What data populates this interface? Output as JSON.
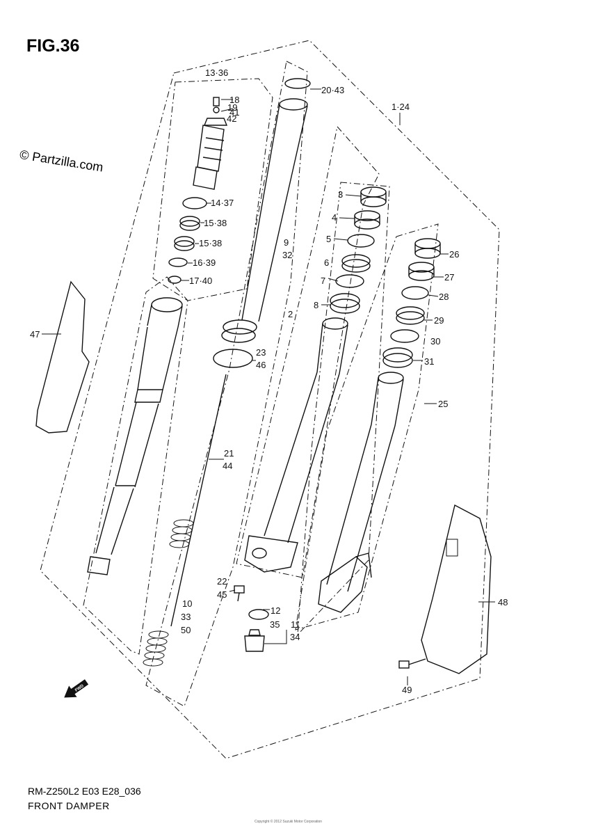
{
  "figure": {
    "title": "FIG.36",
    "watermark": "© Partzilla.com",
    "model_code": "RM-Z250L2 E03 E28_036",
    "section_name": "FRONT DAMPER",
    "footer_note": "Copyright © 2012 Suzuki Motor Corporation"
  },
  "callouts": [
    {
      "key": "c13",
      "text": "13·36"
    },
    {
      "key": "c18",
      "text": "18"
    },
    {
      "key": "c19",
      "text": "19"
    },
    {
      "key": "c41",
      "text": "41"
    },
    {
      "key": "c42",
      "text": "42"
    },
    {
      "key": "c14",
      "text": "14·37"
    },
    {
      "key": "c15a",
      "text": "15·38"
    },
    {
      "key": "c15b",
      "text": "15·38"
    },
    {
      "key": "c16",
      "text": "16·39"
    },
    {
      "key": "c17",
      "text": "17·40"
    },
    {
      "key": "c47",
      "text": "47"
    },
    {
      "key": "c20",
      "text": "20·43"
    },
    {
      "key": "c1",
      "text": "1·24"
    },
    {
      "key": "c9",
      "text": "9"
    },
    {
      "key": "c32",
      "text": "32"
    },
    {
      "key": "c2",
      "text": "2"
    },
    {
      "key": "c23",
      "text": "23"
    },
    {
      "key": "c46",
      "text": "46"
    },
    {
      "key": "c21",
      "text": "21"
    },
    {
      "key": "c44",
      "text": "44"
    },
    {
      "key": "c3",
      "text": "3"
    },
    {
      "key": "c4",
      "text": "4"
    },
    {
      "key": "c5",
      "text": "5"
    },
    {
      "key": "c6",
      "text": "6"
    },
    {
      "key": "c7",
      "text": "7"
    },
    {
      "key": "c8",
      "text": "8"
    },
    {
      "key": "c26",
      "text": "26"
    },
    {
      "key": "c27",
      "text": "27"
    },
    {
      "key": "c28",
      "text": "28"
    },
    {
      "key": "c29",
      "text": "29"
    },
    {
      "key": "c30",
      "text": "30"
    },
    {
      "key": "c31",
      "text": "31"
    },
    {
      "key": "c25",
      "text": "25"
    },
    {
      "key": "c22",
      "text": "22"
    },
    {
      "key": "c45",
      "text": "45"
    },
    {
      "key": "c12",
      "text": "12"
    },
    {
      "key": "c35",
      "text": "35"
    },
    {
      "key": "c11",
      "text": "11"
    },
    {
      "key": "c34",
      "text": "34"
    },
    {
      "key": "c10",
      "text": "10"
    },
    {
      "key": "c33",
      "text": "33"
    },
    {
      "key": "c50",
      "text": "50"
    },
    {
      "key": "c48",
      "text": "48"
    },
    {
      "key": "c49",
      "text": "49"
    }
  ],
  "fwd_marker": "FWD"
}
